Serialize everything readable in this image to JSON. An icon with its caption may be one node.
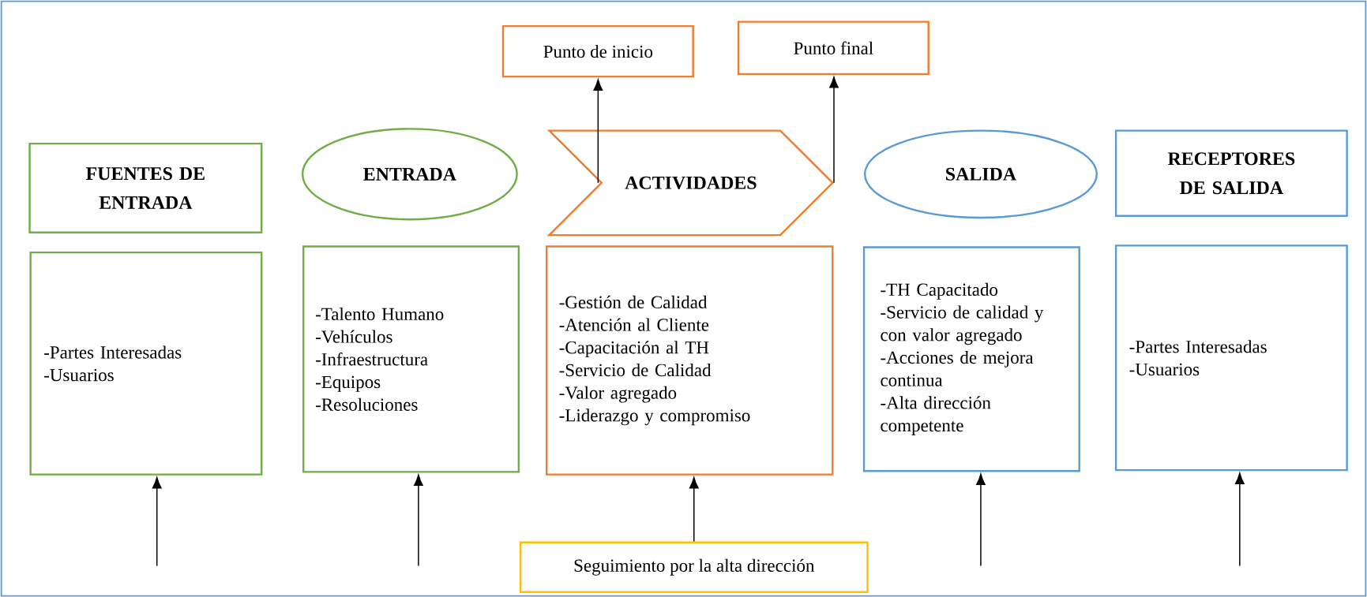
{
  "diagram": {
    "nodes": [
      {
        "text": [
          "Punto de inicio"
        ]
      },
      {
        "text": [
          "Punto final"
        ]
      },
      {
        "text": [
          "FUENTES DE ENTRADA"
        ]
      },
      {
        "text": [
          "ENTRADA"
        ]
      },
      {
        "text": [
          "ACTIVIDADES"
        ]
      },
      {
        "text": [
          "SALIDA"
        ]
      },
      {
        "text": [
          "RECEPTORES DE SALIDA"
        ]
      },
      {
        "text": [
          "-Partes Interesadas",
          "-Usuarios"
        ]
      },
      {
        "text": [
          "-Talento Humano",
          "-Vehículos",
          "-Infraestructura",
          "-Equipos",
          "-Resoluciones"
        ]
      },
      {
        "text": [
          "-Gestión de Calidad",
          "-Atención al Cliente",
          "-Capacitación al TH",
          "-Servicio de Calidad",
          "-Valor agregado",
          "-Liderazgo y compromiso"
        ]
      },
      {
        "text": [
          "-TH Capacitado",
          "-Servicio de calidad y con valor agregado",
          "-Acciones de mejora continua",
          "-Alta dirección competente"
        ]
      },
      {
        "text": [
          "-Partes Interesadas",
          "-Usuarios"
        ]
      },
      {
        "text": [
          "Seguimiento por la alta dirección"
        ]
      }
    ],
    "edges": [
      {
        "from": 4,
        "to": 0,
        "arrow": "to"
      },
      {
        "from": 4,
        "to": 1,
        "arrow": "to"
      },
      {
        "from": 12,
        "to": 9,
        "arrow": "to"
      },
      {
        "from": null,
        "to": 7,
        "arrow": "to"
      },
      {
        "from": null,
        "to": 8,
        "arrow": "to"
      },
      {
        "from": null,
        "to": 10,
        "arrow": "to"
      },
      {
        "from": null,
        "to": 11,
        "arrow": "to"
      }
    ]
  }
}
